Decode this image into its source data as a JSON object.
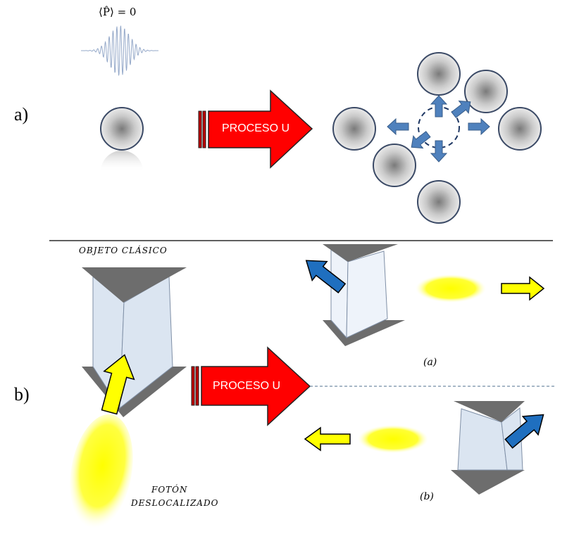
{
  "panel_a": {
    "label": "a)",
    "expectation": "⟨P̂⟩ = 0",
    "process_label": "PROCESO U"
  },
  "panel_b": {
    "label": "b)",
    "classical_object": "OBJETO CLÁSICO",
    "process_label": "PROCESO U",
    "photon_line1": "FOTÓN",
    "photon_line2": "DESLOCALIZADO",
    "outcome_a": "(a)",
    "outcome_b": "(b)"
  },
  "colors": {
    "process_arrow": "#ff0000",
    "small_arrow": "#4f81bd",
    "photon": "#ffff00",
    "prism_face": "#dbe5f1",
    "prism_cap": "#6d6d6d"
  }
}
